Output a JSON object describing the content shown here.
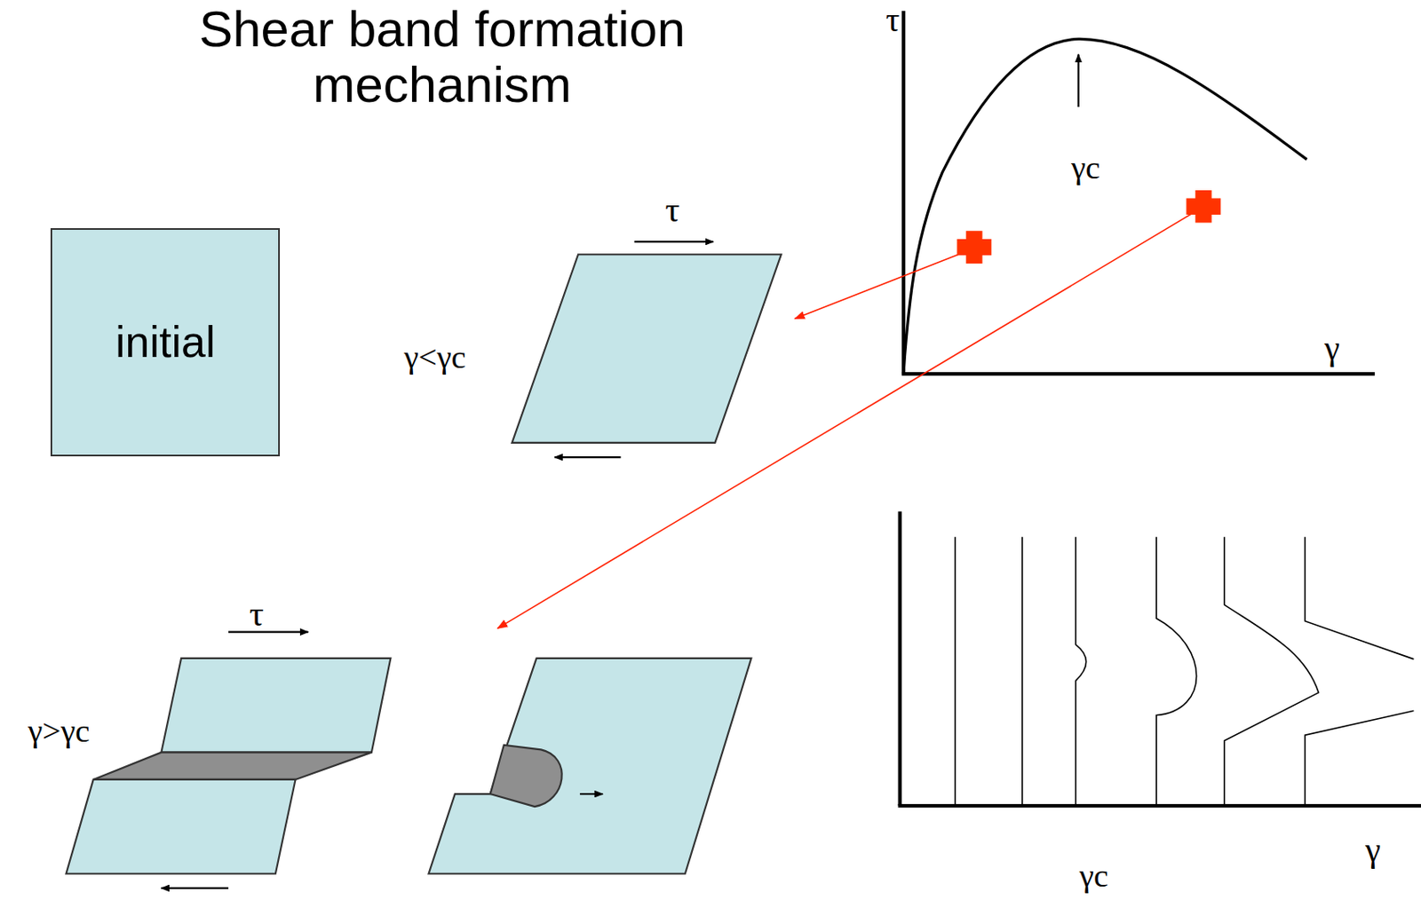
{
  "diagram": {
    "title": "Shear band formation mechanism",
    "nodes": [
      {
        "text": [
          "initial"
        ]
      }
    ],
    "labels": [
      "τ",
      "γc",
      "γ",
      "τ",
      "γ<γc",
      "τ",
      "γ>γc",
      "γc",
      "γ"
    ]
  }
}
